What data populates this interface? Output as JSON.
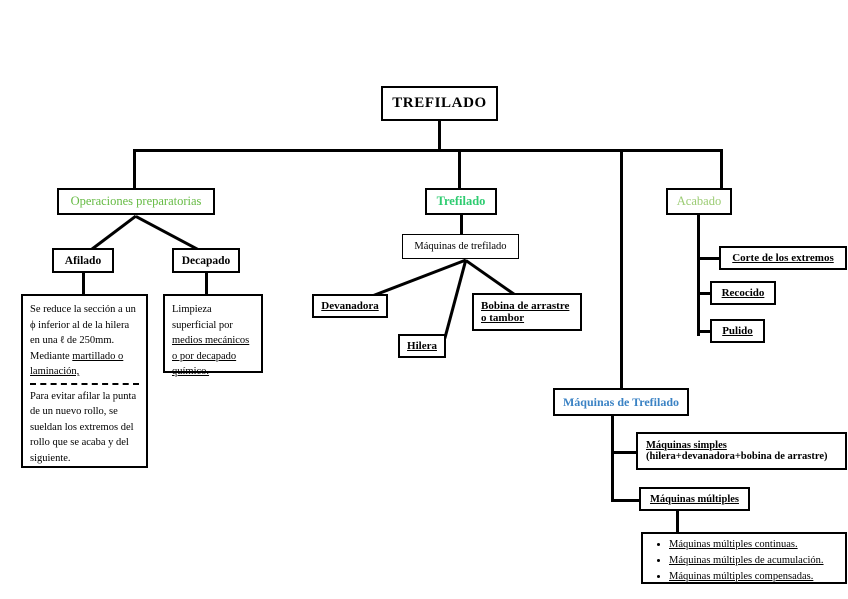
{
  "diagram": {
    "title": "TREFILADO",
    "colors": {
      "green_operaciones": "#66bb44",
      "green_trefilado": "#2fcc71",
      "green_acabado": "#9ccc74",
      "blue_maquinas": "#3a82c4",
      "line": "#000000"
    },
    "root": {
      "label": "TREFILADO"
    },
    "branches": [
      {
        "label": "Operaciones preparatorias"
      },
      {
        "label": "Trefilado"
      },
      {
        "label": "Acabado"
      }
    ],
    "operaciones": {
      "afilado": {
        "label": "Afilado"
      },
      "decapado": {
        "label": "Decapado"
      },
      "afilado_text": {
        "part1": "Se reduce la sección a un ϕ inferior al de la hilera en una ",
        "part1_sym": "ℓ",
        "part1_b": " de 250mm. Mediante ",
        "part1_underline": "martillado o laminación,",
        "part2": "Para evitar afilar la punta de un nuevo rollo, se sueldan los extremos del rollo que se acaba y del siguiente."
      },
      "decapado_text": {
        "plain": "Limpieza superficial por ",
        "underline": "medios mecánicos o por decapado químico."
      }
    },
    "trefilado": {
      "maquinas": {
        "label": "Máquinas de trefilado"
      },
      "devanadora": {
        "label": "Devanadora"
      },
      "hilera": {
        "label": "Hilera"
      },
      "bobina": {
        "line1": "Bobina de arrastre",
        "line2": "o tambor"
      }
    },
    "acabado": {
      "items": [
        {
          "label": "Corte de los extremos"
        },
        {
          "label": "Recocido"
        },
        {
          "label": "Pulido"
        }
      ]
    },
    "maquinas_trefilado": {
      "label": "Máquinas de Trefilado",
      "simples": {
        "line1": "Máquinas simples",
        "line2": "(hilera+devanadora+bobina de arrastre)"
      },
      "multiples": {
        "label": "Máquinas múltiples"
      },
      "multiples_list": [
        "Máquinas múltiples continuas.",
        "Máquinas múltiples de acumulación.",
        "Máquinas múltiples compensadas."
      ]
    }
  }
}
